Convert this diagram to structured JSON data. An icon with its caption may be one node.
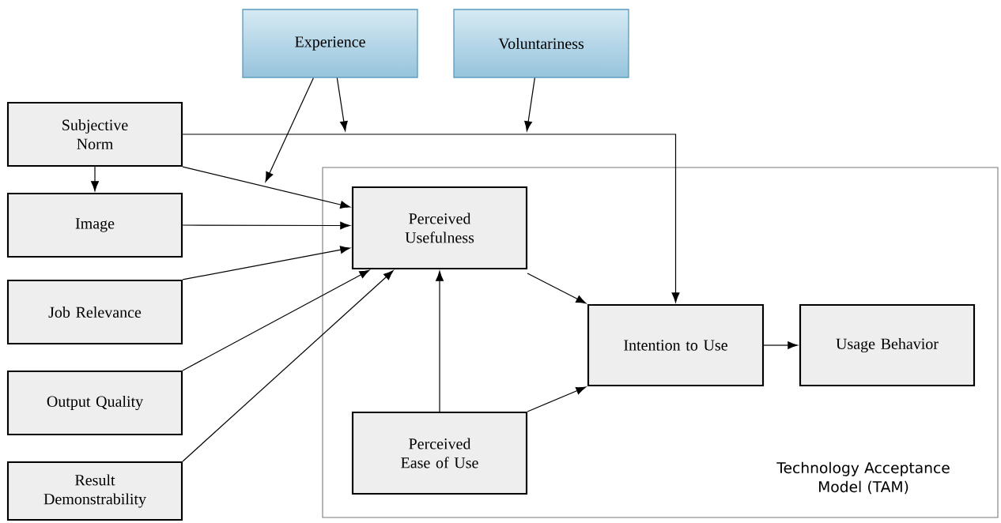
{
  "diagram": {
    "nodes": [
      {
        "text": [
          "Experience"
        ]
      },
      {
        "text": [
          "Voluntariness"
        ]
      },
      {
        "text": [
          "Subjective Norm"
        ]
      },
      {
        "text": [
          "Image"
        ]
      },
      {
        "text": [
          "Job Relevance"
        ]
      },
      {
        "text": [
          "Output Quality"
        ]
      },
      {
        "text": [
          "Result Demonstrability"
        ]
      },
      {
        "text": [
          "Technology Acceptance Model (TAM)"
        ]
      },
      {
        "text": [
          "Perceived Usefulness"
        ],
        "in": 7
      },
      {
        "text": [
          "Intention to Use"
        ],
        "in": 7
      },
      {
        "text": [
          "Usage Behavior"
        ],
        "in": 7
      },
      {
        "text": [
          "Perceived Ease of Use"
        ],
        "in": 7
      }
    ],
    "edges": [
      {
        "from": 0,
        "to": null,
        "arrow": "to"
      },
      {
        "from": 0,
        "to": null,
        "arrow": "to"
      },
      {
        "from": 1,
        "to": null,
        "arrow": "to"
      },
      {
        "from": 2,
        "to": 9,
        "arrow": "to"
      },
      {
        "from": 2,
        "to": 3,
        "arrow": "to"
      },
      {
        "from": 2,
        "to": 8,
        "arrow": "to"
      },
      {
        "from": 3,
        "to": 8,
        "arrow": "to"
      },
      {
        "from": 4,
        "to": 8,
        "arrow": "to"
      },
      {
        "from": 5,
        "to": 8,
        "arrow": "to"
      },
      {
        "from": 6,
        "to": 8,
        "arrow": "to"
      },
      {
        "from": 11,
        "to": 8,
        "arrow": "to"
      },
      {
        "from": 8,
        "to": 9,
        "arrow": "to"
      },
      {
        "from": 11,
        "to": 9,
        "arrow": "to"
      },
      {
        "from": 9,
        "to": 10,
        "arrow": "to"
      }
    ]
  }
}
